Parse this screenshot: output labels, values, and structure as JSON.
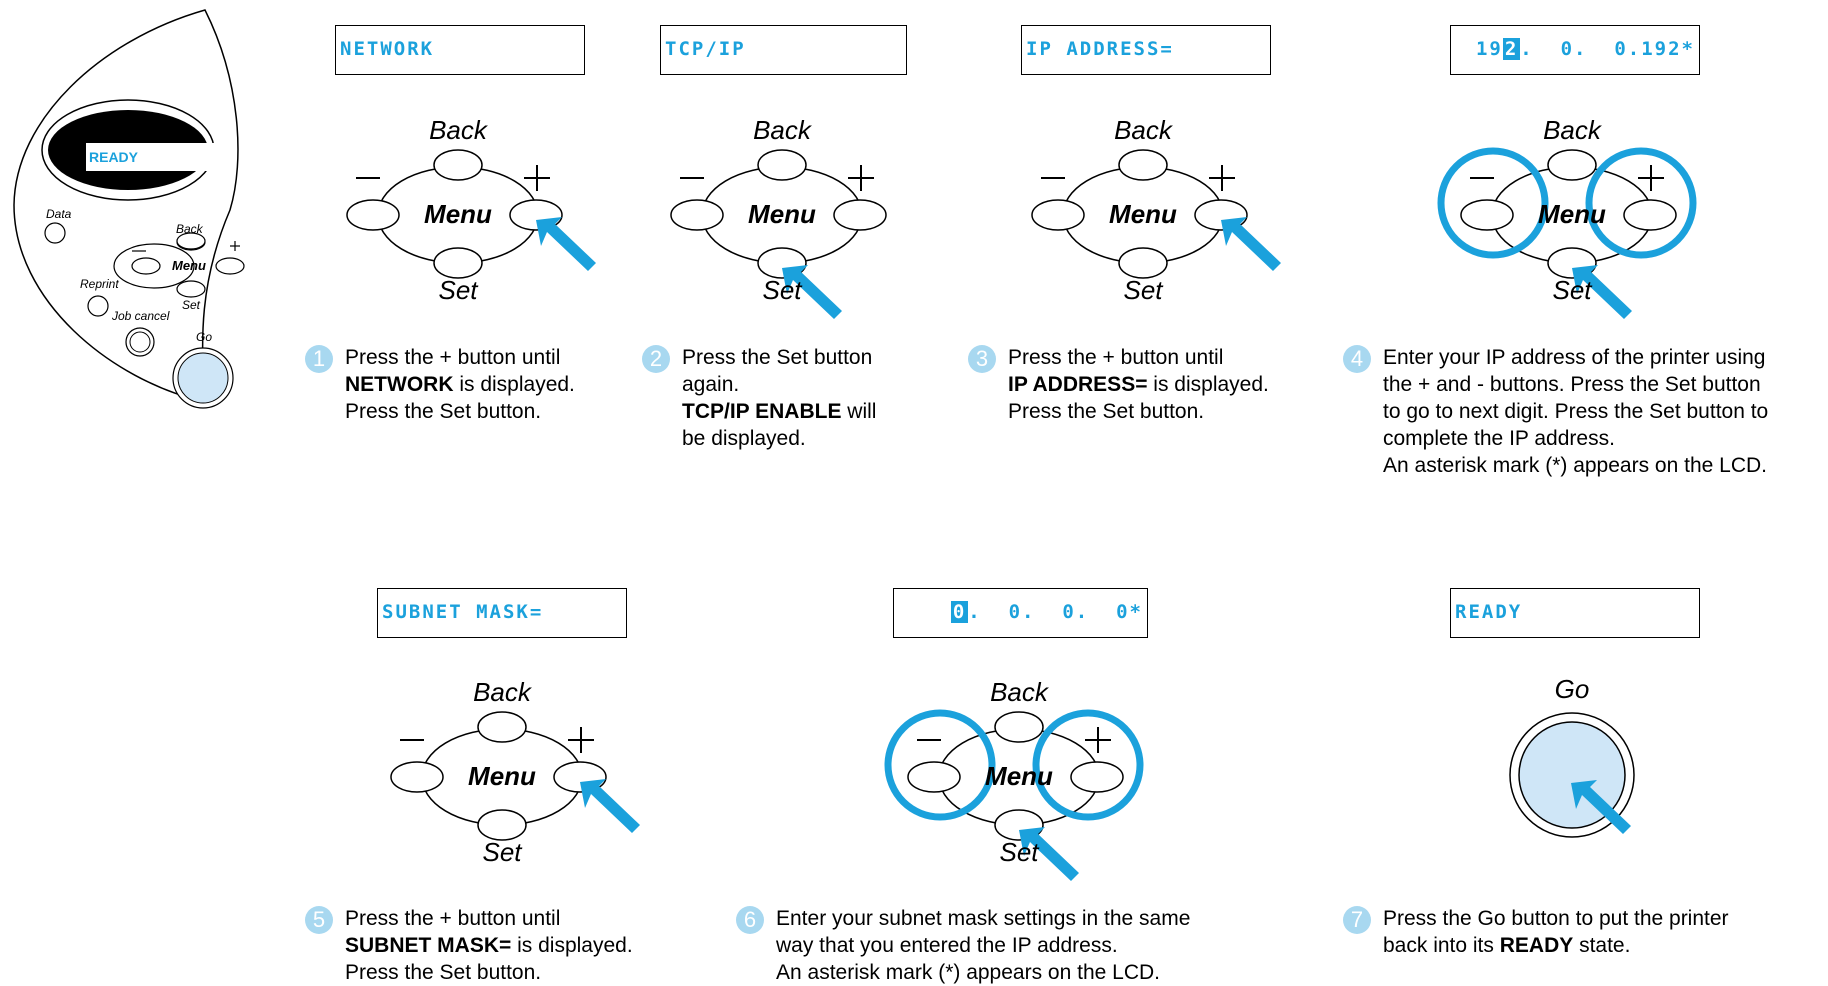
{
  "overview": {
    "lcd_text": "READY",
    "labels": {
      "data": "Data",
      "back": "Back",
      "menu": "Menu",
      "set": "Set",
      "reprint": "Reprint",
      "job_cancel": "Job cancel",
      "go": "Go"
    }
  },
  "labels": {
    "back": "Back",
    "menu": "Menu",
    "set": "Set",
    "minus": "–",
    "plus": "+",
    "go": "Go"
  },
  "lcds": {
    "l1": "NETWORK",
    "l2": "TCP/IP",
    "l3": "IP ADDRESS=",
    "l4_pre": "19",
    "l4_cursor": "2",
    "l4_post": ".  0.  0.192*",
    "l5": "SUBNET MASK=",
    "l6_cursor": "0",
    "l6_post": ".  0.  0.  0*",
    "l7": "READY"
  },
  "steps": {
    "s1": {
      "num": "1",
      "l1": "Press the + button until",
      "l2b": "NETWORK",
      "l2": " is displayed.",
      "l3": "Press the Set button."
    },
    "s2": {
      "num": "2",
      "l1": "Press the Set button",
      "l2": "again.",
      "l3b": "TCP/IP ENABLE",
      "l3": " will",
      "l4": "be displayed."
    },
    "s3": {
      "num": "3",
      "l1": "Press the + button until",
      "l2b": "IP ADDRESS=",
      "l2": " is displayed.",
      "l3": "Press the Set button."
    },
    "s4": {
      "num": "4",
      "l1": "Enter your IP address of the printer using",
      "l2": "the + and - buttons. Press the Set button",
      "l3": "to go to next digit. Press the Set button to",
      "l4": "complete the IP address.",
      "l5": "An asterisk mark (*) appears on the LCD."
    },
    "s5": {
      "num": "5",
      "l1": "Press the + button until",
      "l2b": "SUBNET MASK=",
      "l2": " is displayed.",
      "l3": "Press the Set button."
    },
    "s6": {
      "num": "6",
      "l1": "Enter your subnet mask settings in the same",
      "l2": "way that you entered the IP address.",
      "l3": "An asterisk mark (*) appears on the LCD."
    },
    "s7": {
      "num": "7",
      "l1": "Press the Go button to put the printer",
      "l2a": "back into its ",
      "l2b": "READY",
      "l2": " state."
    }
  },
  "colors": {
    "accent": "#1ba1dc",
    "go_fill": "#cfe6f7",
    "badge": "#a8d8f0"
  }
}
